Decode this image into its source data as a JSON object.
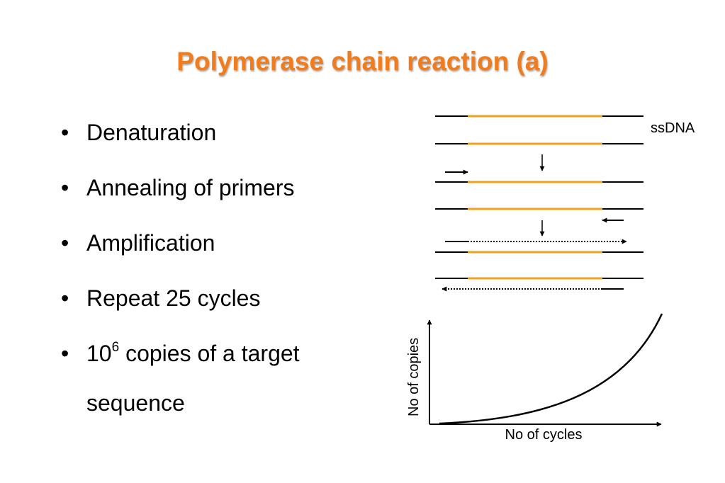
{
  "slide": {
    "title": "Polymerase chain reaction (a)"
  },
  "bullets": {
    "items": [
      {
        "text": "Denaturation"
      },
      {
        "text": "Annealing of primers"
      },
      {
        "text": "Amplification"
      },
      {
        "text": "Repeat 25 cycles"
      }
    ],
    "last": {
      "base": "10",
      "exponent": "6",
      "rest": " copies of a target sequence"
    },
    "marker": "•"
  },
  "diagram": {
    "strand_label": "ssDNA",
    "target_color": "#f0a020",
    "strand_color": "#000000"
  },
  "graph": {
    "ylabel": "No of copies",
    "xlabel": "No of cycles"
  }
}
